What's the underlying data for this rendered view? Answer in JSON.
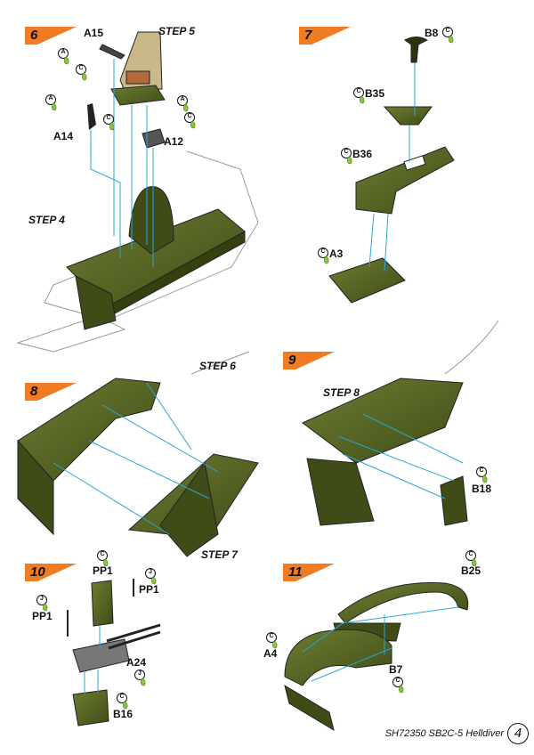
{
  "steps": [
    {
      "number": "6",
      "ref": "STEP 5",
      "ref2": "STEP 4",
      "parts": [
        "A15",
        "A14",
        "A12"
      ],
      "glues": [
        "A",
        "C",
        "A",
        "C",
        "A",
        "C"
      ]
    },
    {
      "number": "7",
      "parts": [
        "B8",
        "B35",
        "B36",
        "A3"
      ],
      "glues": [
        "C",
        "C",
        "C",
        "C"
      ]
    },
    {
      "number": "8",
      "ref": "STEP 6",
      "ref2": "STEP 7"
    },
    {
      "number": "9",
      "ref": "STEP 8",
      "parts": [
        "B18"
      ],
      "glues": [
        "C"
      ]
    },
    {
      "number": "10",
      "parts": [
        "PP1",
        "PP1",
        "PP1",
        "A24",
        "B16"
      ],
      "glues": [
        "C",
        "J",
        "J",
        "J",
        "C"
      ]
    },
    {
      "number": "11",
      "parts": [
        "B25",
        "A4",
        "B7"
      ],
      "glues": [
        "C",
        "C",
        "C"
      ]
    }
  ],
  "footer": {
    "text": "SH72350 SB2C-5 Helldiver",
    "page": "4"
  },
  "colors": {
    "flag": "#ef7b22",
    "olive": "#4a5a1e",
    "guide": "#2aa6d8",
    "glue": "#8bc53f"
  }
}
